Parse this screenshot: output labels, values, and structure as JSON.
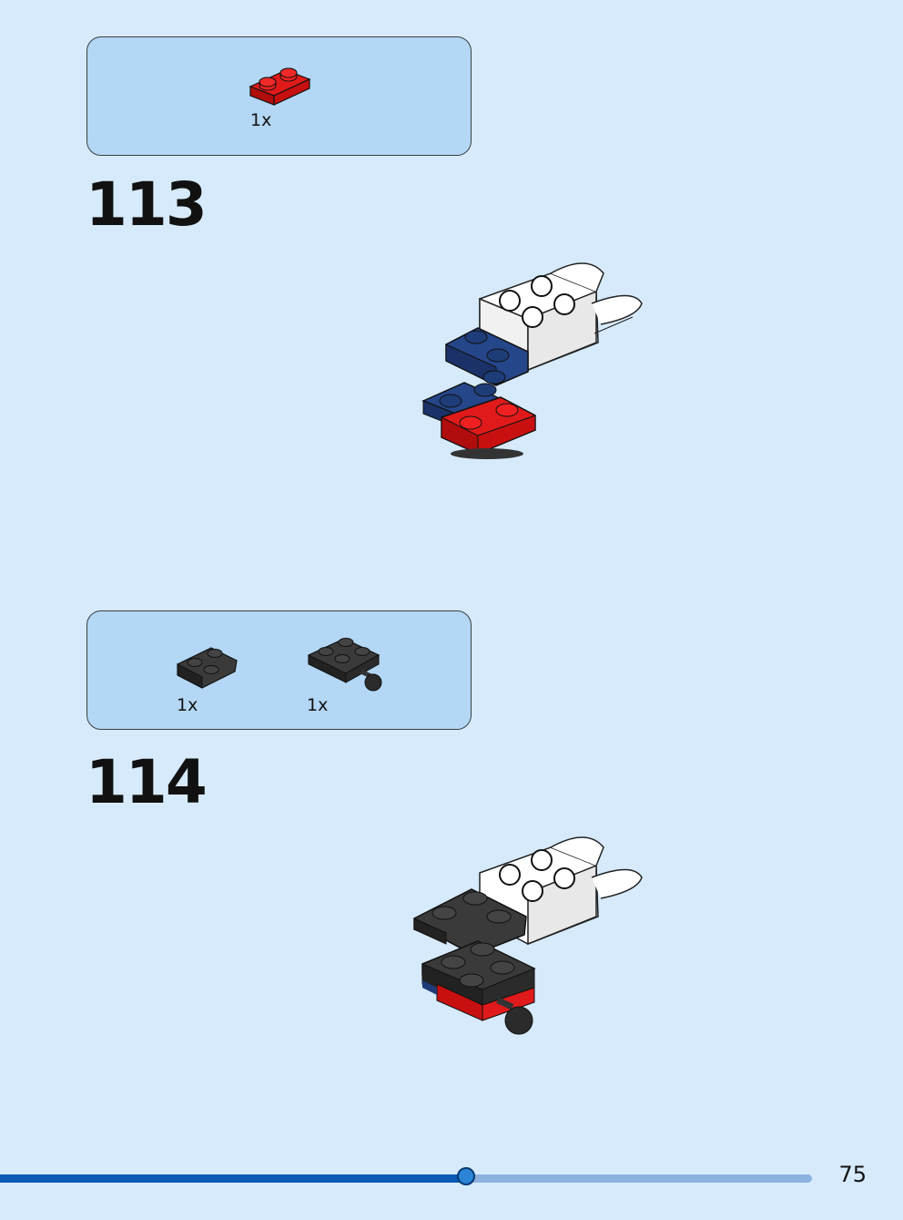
{
  "steps": [
    {
      "number": "113",
      "parts": [
        {
          "quantity": "1x",
          "piece": "red-1x2-plate"
        }
      ]
    },
    {
      "number": "114",
      "parts": [
        {
          "quantity": "1x",
          "piece": "black-2x2-corner-plate"
        },
        {
          "quantity": "1x",
          "piece": "black-plate-with-ball-joint"
        }
      ]
    }
  ],
  "progress": {
    "fraction": 0.575
  },
  "page_number": "75",
  "colors": {
    "background": "#d6eafb",
    "parts_box": "#b3d7f4",
    "brick_red": "#d01012",
    "brick_blue": "#1e3d78",
    "brick_black": "#2b2b2b",
    "brick_white": "#ffffff",
    "progress_fill": "#0a5bb5",
    "progress_track": "#8eb2df"
  }
}
